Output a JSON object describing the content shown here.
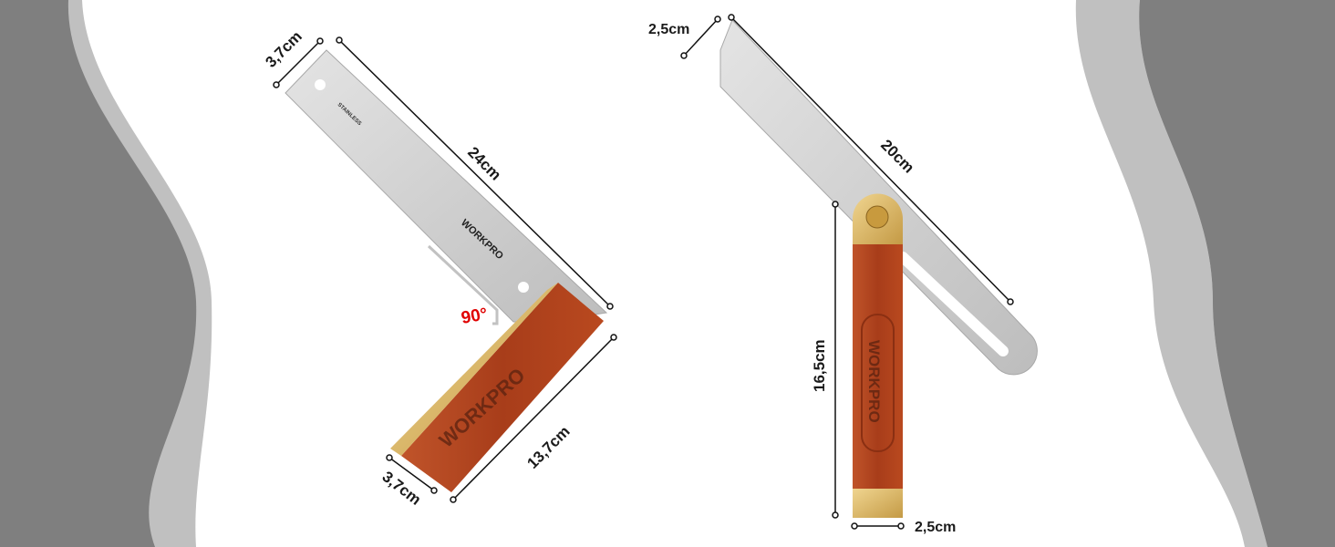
{
  "colors": {
    "background_dark": "#7f7f7f",
    "background_band": "#c0c0c0",
    "panel": "#ffffff",
    "angle": "#e00000",
    "wood": "#b5451f",
    "brass": "#d9b76a",
    "steel": "#d2d2d2"
  },
  "try_square": {
    "brand": "WORKPRO",
    "blade_label": "STAINLESS",
    "dimensions": {
      "blade_width": "3,7cm",
      "blade_length": "24cm",
      "handle_length": "13,7cm",
      "handle_width": "3,7cm"
    },
    "angle": "90°"
  },
  "sliding_bevel": {
    "brand": "WORKPRO",
    "dimensions": {
      "blade_width": "2,5cm",
      "blade_length": "20cm",
      "handle_length": "16,5cm",
      "handle_width": "2,5cm"
    }
  }
}
